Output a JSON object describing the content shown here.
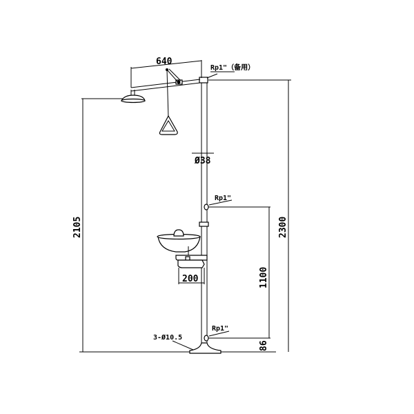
{
  "drawing": {
    "title": "Combination emergency shower and eyewash station",
    "dimensions": {
      "arm_length": "640",
      "pipe_diameter": "Ø38",
      "shower_height": "2105",
      "total_height": "2300",
      "eyewash_inlet_height": "1100",
      "bowl_offset": "200",
      "bottom_inlet_height": "86",
      "base_holes": "3-Ø10.5"
    },
    "labels": {
      "top_inlet": "Rp1\"（备用）",
      "middle_inlet": "Rp1\"",
      "bottom_inlet": "Rp1\""
    }
  }
}
